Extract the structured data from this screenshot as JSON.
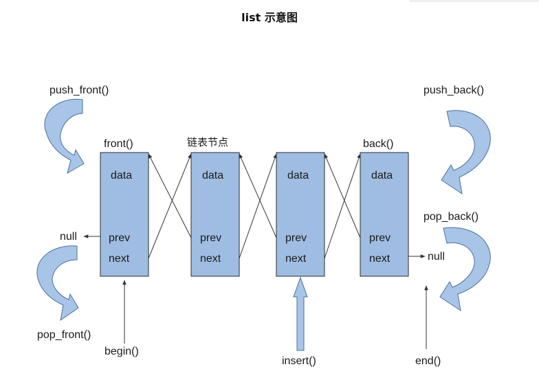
{
  "title": "list 示意图",
  "ops": {
    "push_front": "push_front()",
    "pop_front": "pop_front()",
    "push_back": "push_back()",
    "pop_back": "pop_back()",
    "front": "front()",
    "back": "back()",
    "begin": "begin()",
    "end": "end()",
    "insert": "insert()"
  },
  "node_caption": "链表节点",
  "null_left": "null",
  "null_right": "null",
  "nodes": [
    {
      "data": "data",
      "prev": "prev",
      "next": "next"
    },
    {
      "data": "data",
      "prev": "prev",
      "next": "next"
    },
    {
      "data": "data",
      "prev": "prev",
      "next": "next"
    },
    {
      "data": "data",
      "prev": "prev",
      "next": "next"
    }
  ],
  "colors": {
    "node_fill": "#9fbde2",
    "node_stroke": "#2a2a2a",
    "curved_arrow_fill": "#a8c5e8",
    "curved_arrow_stroke": "#4a6f9c",
    "line": "#333333"
  }
}
